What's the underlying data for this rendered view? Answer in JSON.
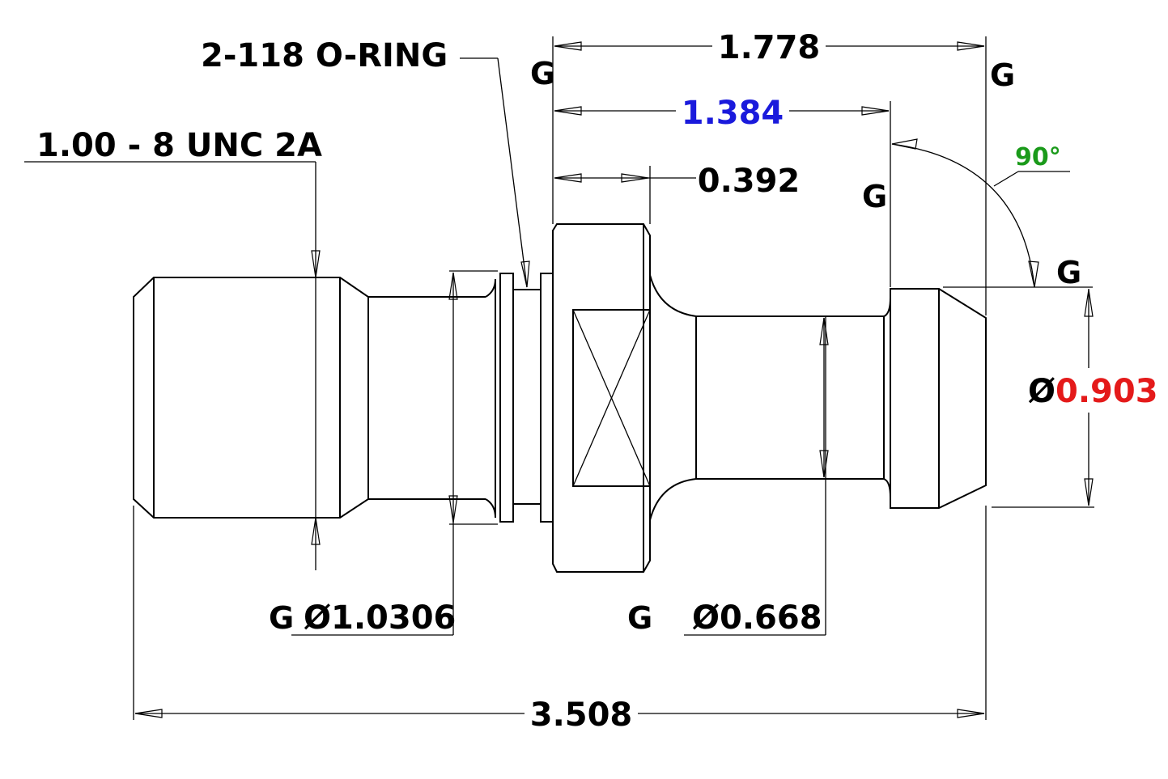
{
  "drawing": {
    "callouts": {
      "o_ring": "2-118 O-RING",
      "thread": "1.00 - 8 UNC 2A"
    },
    "dimensions": {
      "overall_top": "1.778",
      "mid": "1.384",
      "flange": "0.392",
      "overall_length": "3.508",
      "groove_dia": "Ø1.0306",
      "shank_dia": "Ø0.668",
      "head_dia_symbol": "Ø",
      "head_dia_value": "0.903",
      "angle": "90°"
    },
    "gauge_marks": {
      "g1": "G",
      "g2": "G",
      "g3": "G",
      "g4": "G",
      "g5": "G",
      "g6": "G"
    },
    "colors": {
      "mid_dimension": "#1a1adc",
      "head_dia_value": "#e41a1a",
      "angle": "#1a9a1a"
    }
  }
}
